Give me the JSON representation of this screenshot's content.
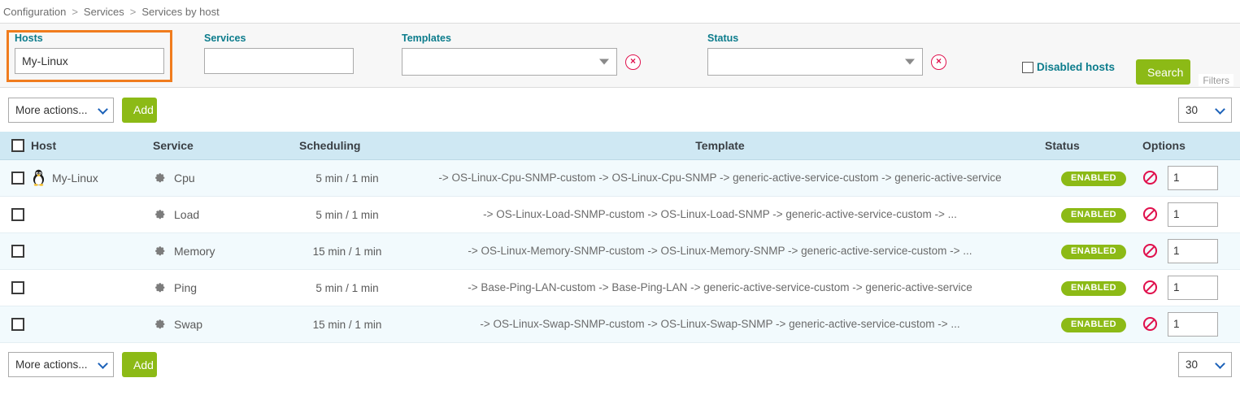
{
  "breadcrumb": {
    "items": [
      "Configuration",
      "Services",
      "Services by host"
    ],
    "separator": ">"
  },
  "filters": {
    "legend": "Filters",
    "hosts": {
      "label": "Hosts",
      "value": "My-Linux",
      "highlighted": true
    },
    "services": {
      "label": "Services",
      "value": ""
    },
    "templates": {
      "label": "Templates",
      "value": "",
      "clear_label": "×"
    },
    "status": {
      "label": "Status",
      "value": "",
      "clear_label": "×"
    },
    "disabled_hosts": {
      "label": "Disabled hosts",
      "checked": false
    },
    "search_button": "Search"
  },
  "toolbar": {
    "more_actions": "More actions...",
    "add_label": "Add",
    "page_size": "30"
  },
  "table": {
    "columns": [
      "Host",
      "Service",
      "Scheduling",
      "Template",
      "Status",
      "Options"
    ],
    "rows": [
      {
        "host": "My-Linux",
        "host_icon": "tux-icon",
        "service": "Cpu",
        "service_icon": "gear-icon",
        "scheduling": "5 min / 1 min",
        "template": "-> OS-Linux-Cpu-SNMP-custom -> OS-Linux-Cpu-SNMP -> generic-active-service-custom -> generic-active-service",
        "status": "ENABLED",
        "option_value": "1"
      },
      {
        "host": "",
        "host_icon": "",
        "service": "Load",
        "service_icon": "gear-icon",
        "scheduling": "5 min / 1 min",
        "template": "-> OS-Linux-Load-SNMP-custom -> OS-Linux-Load-SNMP -> generic-active-service-custom -> ...",
        "status": "ENABLED",
        "option_value": "1"
      },
      {
        "host": "",
        "host_icon": "",
        "service": "Memory",
        "service_icon": "gear-icon",
        "scheduling": "15 min / 1 min",
        "template": "-> OS-Linux-Memory-SNMP-custom -> OS-Linux-Memory-SNMP -> generic-active-service-custom -> ...",
        "status": "ENABLED",
        "option_value": "1"
      },
      {
        "host": "",
        "host_icon": "",
        "service": "Ping",
        "service_icon": "gear-icon",
        "scheduling": "5 min / 1 min",
        "template": "-> Base-Ping-LAN-custom -> Base-Ping-LAN -> generic-active-service-custom -> generic-active-service",
        "status": "ENABLED",
        "option_value": "1"
      },
      {
        "host": "",
        "host_icon": "",
        "service": "Swap",
        "service_icon": "gear-icon",
        "scheduling": "15 min / 1 min",
        "template": "-> OS-Linux-Swap-SNMP-custom -> OS-Linux-Swap-SNMP -> generic-active-service-custom -> ...",
        "status": "ENABLED",
        "option_value": "1"
      }
    ]
  },
  "colors": {
    "accent_green": "#8cba16",
    "label_teal": "#0c7c8c",
    "highlight_orange": "#f07c1e",
    "header_blue": "#cfe8f3",
    "clear_red": "#e0114d"
  }
}
